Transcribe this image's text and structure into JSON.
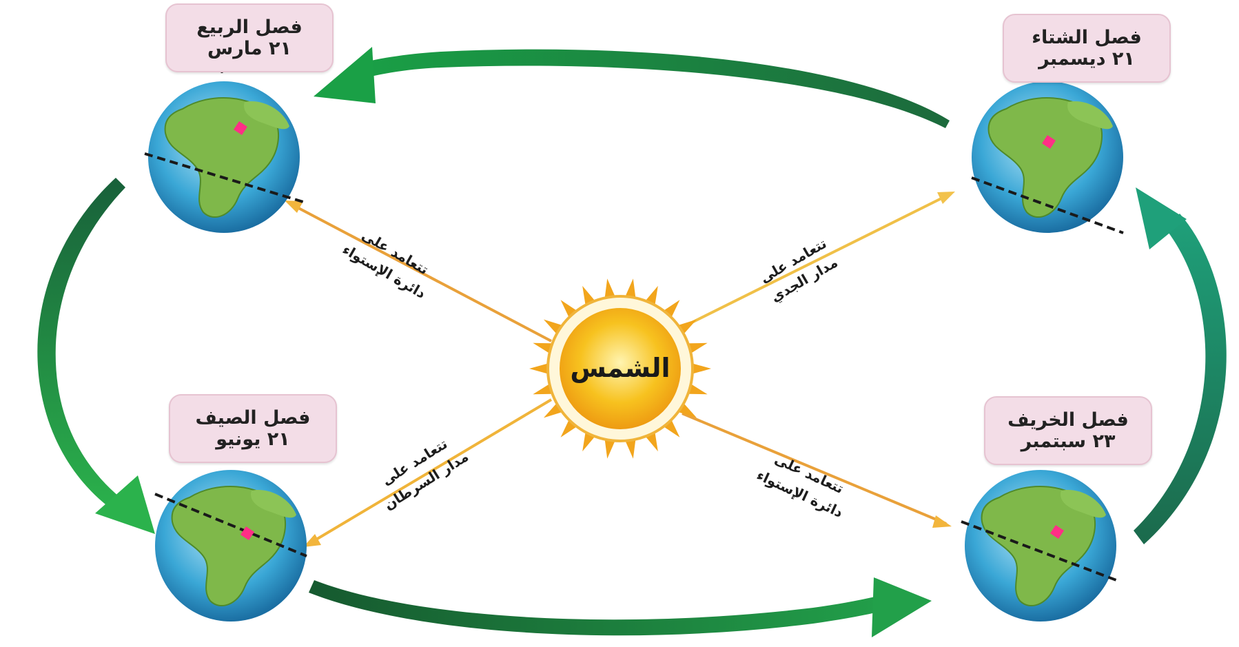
{
  "sun": {
    "label": "الشمس"
  },
  "seasons": {
    "spring": {
      "name": "فصل الربيع",
      "date": "٢١ مارس"
    },
    "winter": {
      "name": "فصل الشتاء",
      "date": "٢١ ديسمبر"
    },
    "summer": {
      "name": "فصل الصيف",
      "date": "٢١ يونيو"
    },
    "autumn": {
      "name": "فصل الخريف",
      "date": "٢٣ سبتمبر"
    }
  },
  "rays": {
    "spring": {
      "line1": "تتعامد على",
      "line2": "دائرة الإستواء"
    },
    "winter": {
      "line1": "تتعامد على",
      "line2": "مدار الجدي"
    },
    "summer": {
      "line1": "تتعامد على",
      "line2": "مدار السرطان"
    },
    "autumn": {
      "line1": "تتعامد على",
      "line2": "دائرة الإستواء"
    }
  },
  "colors": {
    "orbit_arrow": "#1f9a4a",
    "sun_core": "#f7c21f",
    "sun_ray": "#f2a51c",
    "ray_line": "#f0b43a",
    "ocean": "#3aa7d6",
    "land": "#7fb84a",
    "season_box": "#f3dde7"
  }
}
